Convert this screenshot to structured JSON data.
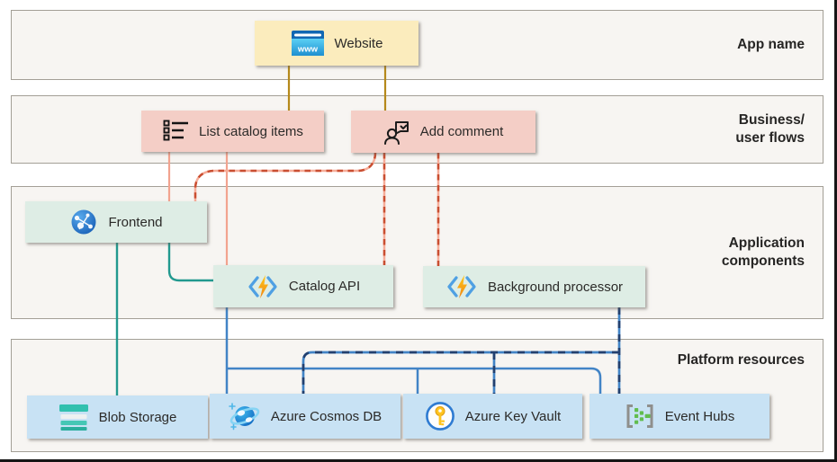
{
  "bands": {
    "app_name": {
      "label": "App name"
    },
    "flows": {
      "label": "Business/\nuser flows"
    },
    "components": {
      "label": "Application\ncomponents"
    },
    "resources": {
      "label": "Platform resources"
    }
  },
  "nodes": {
    "website": {
      "label": "Website"
    },
    "list_catalog": {
      "label": "List catalog items"
    },
    "add_comment": {
      "label": "Add comment"
    },
    "frontend": {
      "label": "Frontend"
    },
    "catalog_api": {
      "label": "Catalog API"
    },
    "background_processor": {
      "label": "Background processor"
    },
    "blob_storage": {
      "label": "Blob Storage"
    },
    "cosmos_db": {
      "label": "Azure Cosmos DB"
    },
    "key_vault": {
      "label": "Azure Key Vault"
    },
    "event_hubs": {
      "label": "Event Hubs"
    }
  },
  "icons": {
    "website": "browser-www-icon",
    "website_text": "www",
    "list_catalog": "bulleted-list-icon",
    "add_comment": "person-comment-icon",
    "frontend": "globe-network-icon",
    "catalog_api": "azure-functions-icon",
    "background_processor": "azure-functions-icon",
    "blob_storage": "storage-stack-icon",
    "cosmos_db": "cosmos-db-planet-icon",
    "key_vault": "key-in-circle-icon",
    "event_hubs": "event-hubs-brackets-icon"
  },
  "edges": [
    {
      "from": "website",
      "to": "list_catalog",
      "style": "solid",
      "color": "#B5891B"
    },
    {
      "from": "website",
      "to": "add_comment",
      "style": "solid",
      "color": "#B5891B"
    },
    {
      "from": "list_catalog",
      "to": "frontend",
      "style": "solid",
      "color": "#F2A38F"
    },
    {
      "from": "list_catalog",
      "to": "catalog_api",
      "style": "solid",
      "color": "#F2A38F"
    },
    {
      "from": "add_comment",
      "to": "frontend",
      "style": "dashed",
      "color": "#C94E31"
    },
    {
      "from": "add_comment",
      "to": "catalog_api",
      "style": "dashed",
      "color": "#C94E31"
    },
    {
      "from": "add_comment",
      "to": "background_processor",
      "style": "dashed",
      "color": "#C94E31"
    },
    {
      "from": "frontend",
      "to": "blob_storage",
      "style": "solid",
      "color": "#22998F"
    },
    {
      "from": "frontend",
      "to": "catalog_api",
      "style": "solid",
      "color": "#22998F"
    },
    {
      "from": "catalog_api",
      "to": "cosmos_db",
      "style": "solid",
      "color": "#4284C6"
    },
    {
      "from": "catalog_api",
      "to": "key_vault",
      "style": "solid",
      "color": "#4284C6"
    },
    {
      "from": "catalog_api",
      "to": "event_hubs",
      "style": "solid",
      "color": "#4284C6"
    },
    {
      "from": "background_processor",
      "to": "cosmos_db",
      "style": "dashed",
      "color": "#23406F"
    },
    {
      "from": "background_processor",
      "to": "key_vault",
      "style": "dashed",
      "color": "#23406F"
    },
    {
      "from": "background_processor",
      "to": "event_hubs",
      "style": "dashed",
      "color": "#23406F"
    }
  ],
  "colors": {
    "band_fill": "#F7F5F2",
    "band_border": "#A39F96",
    "node_yellow": "#FBECBD",
    "node_pink": "#F4CEC6",
    "node_mint": "#DEEDE5",
    "node_blue": "#C8E2F4",
    "line_gold": "#B5891B",
    "line_salmon": "#F2A38F",
    "line_salmon_dash": "#C94E31",
    "line_teal": "#22998F",
    "line_blue": "#4284C6",
    "line_blue_dash": "#23406F"
  }
}
